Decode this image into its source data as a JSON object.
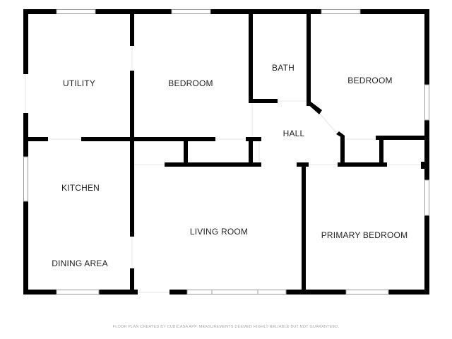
{
  "rooms": {
    "utility": "UTILITY",
    "bedroom_1": "BEDROOM",
    "bath": "BATH",
    "bedroom_2": "BEDROOM",
    "hall": "HALL",
    "kitchen": "KITCHEN",
    "dining_area": "DINING AREA",
    "living_room": "LIVING ROOM",
    "primary_bedroom": "PRIMARY BEDROOM"
  },
  "footer": "FLOOR PLAN CREATED BY CUBICASA APP. MEASUREMENTS DEEMED HIGHLY RELIABLE BUT NOT GUARANTEED.",
  "colors": {
    "wall": "#000000",
    "window": "#bbbbbb",
    "door_opening": "#e6e6e6"
  }
}
